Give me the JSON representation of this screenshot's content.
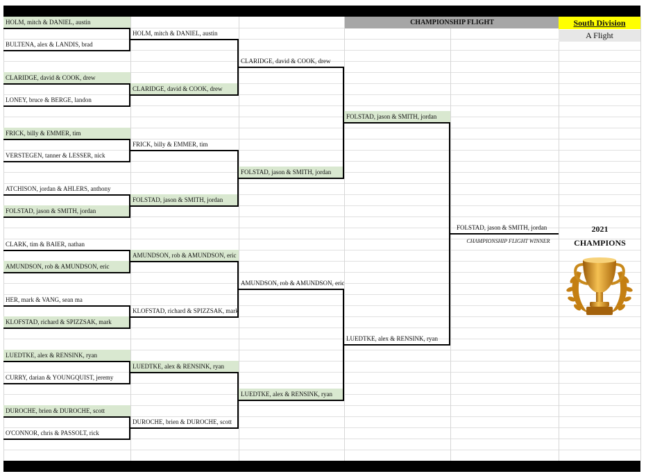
{
  "header": {
    "championship_flight": "CHAMPIONSHIP FLIGHT",
    "division": "South Division",
    "flight": "A Flight"
  },
  "round1": [
    "HOLM, mitch & DANIEL, austin",
    "BULTENA, alex & LANDIS, brad",
    "CLARIDGE, david & COOK, drew",
    "LONEY, bruce & BERGE, landon",
    "FRICK, billy & EMMER, tim",
    "VERSTEGEN, tanner & LESSER, nick",
    "ATCHISON, jordan & AHLERS, anthony",
    "FOLSTAD, jason & SMITH, jordan",
    "CLARK, tim & BAIER, nathan",
    "AMUNDSON, rob & AMUNDSON, eric",
    "HER, mark & VANG, sean ma",
    "KLOFSTAD, richard & SPIZZSAK, mark",
    "LUEDTKE, alex & RENSINK, ryan",
    "CURRY, darian & YOUNGQUIST, jeremy",
    "DUROCHE, brien & DUROCHE, scott",
    "O'CONNOR, chris & PASSOLT, rick"
  ],
  "round2": [
    "HOLM, mitch & DANIEL, austin",
    "CLARIDGE, david & COOK, drew",
    "FRICK, billy & EMMER, tim",
    "FOLSTAD, jason & SMITH, jordan",
    "AMUNDSON, rob & AMUNDSON, eric",
    "KLOFSTAD, richard & SPIZZSAK, mark",
    "LUEDTKE, alex & RENSINK, ryan",
    "DUROCHE, brien & DUROCHE, scott"
  ],
  "round3": [
    "CLARIDGE, david & COOK, drew",
    "FOLSTAD, jason & SMITH, jordan",
    "AMUNDSON, rob & AMUNDSON, eric",
    "LUEDTKE, alex & RENSINK, ryan"
  ],
  "round4": [
    "FOLSTAD, jason & SMITH, jordan",
    "LUEDTKE, alex & RENSINK, ryan"
  ],
  "final": {
    "winner": "FOLSTAD, jason & SMITH, jordan",
    "winner_label": "CHAMPIONSHIP FLIGHT WINNER",
    "year": "2021",
    "champions": "CHAMPIONS"
  },
  "highlighted_winners": {
    "round1": [
      0,
      2,
      4,
      7,
      9,
      11,
      12,
      14
    ],
    "round2": [
      1,
      3,
      4,
      6
    ],
    "round3": [
      1,
      3
    ],
    "round4": [
      0
    ]
  },
  "colors": {
    "winner_fill": "#d9e8d0",
    "header_gray": "#a6a6a6",
    "division_yellow": "#ffff00",
    "flight_gray": "#e7e7e7"
  },
  "trophy_icon": "trophy-icon"
}
